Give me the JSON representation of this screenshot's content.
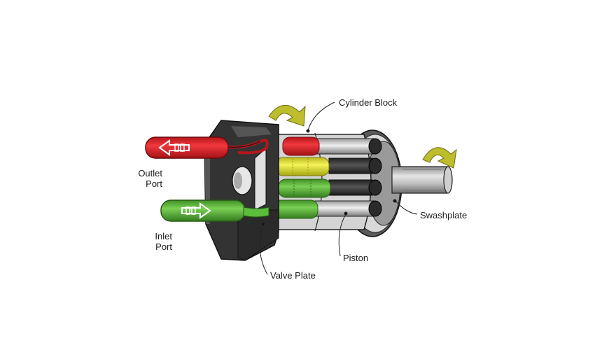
{
  "labels": {
    "cylinder_block": "Cylinder Block",
    "outlet_port_line1": "Outlet",
    "outlet_port_line2": "Port",
    "inlet_port_line1": "Inlet",
    "inlet_port_line2": "Port",
    "valve_plate": "Valve Plate",
    "piston": "Piston",
    "swashplate": "Swashplate"
  },
  "colors": {
    "outlet_high_pressure": "#e8242a",
    "inlet_low_pressure": "#5cbc3c",
    "transition_yellow": "#e8e83a",
    "rotation_arrow": "#bdbd2e",
    "housing_dark": "#3a3a3a",
    "metal_light": "#c9c9c9"
  },
  "icons": {
    "outlet_flow_arrow": "left-arrow-icon",
    "inlet_flow_arrow": "right-arrow-icon",
    "cylinder_rotation": "curved-arrow-icon",
    "shaft_rotation": "curved-arrow-icon"
  }
}
